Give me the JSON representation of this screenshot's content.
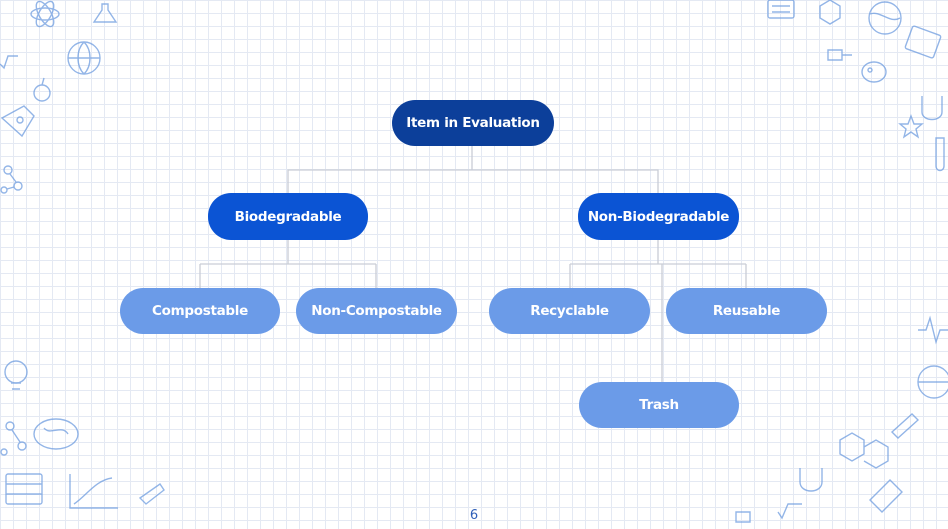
{
  "diagram": {
    "root": "Item in Evaluation",
    "categories": [
      {
        "label": "Biodegradable",
        "children": [
          "Compostable",
          "Non-Compostable"
        ]
      },
      {
        "label": "Non-Biodegradable",
        "children": [
          "Recyclable",
          "Reusable",
          "Trash"
        ]
      }
    ]
  },
  "page_number": "6",
  "colors": {
    "root": "#0c3f9a",
    "category": "#0b54d4",
    "leaf": "#6b9be8",
    "connector": "#c9cdd6",
    "doodle": "#5b8fd9"
  }
}
